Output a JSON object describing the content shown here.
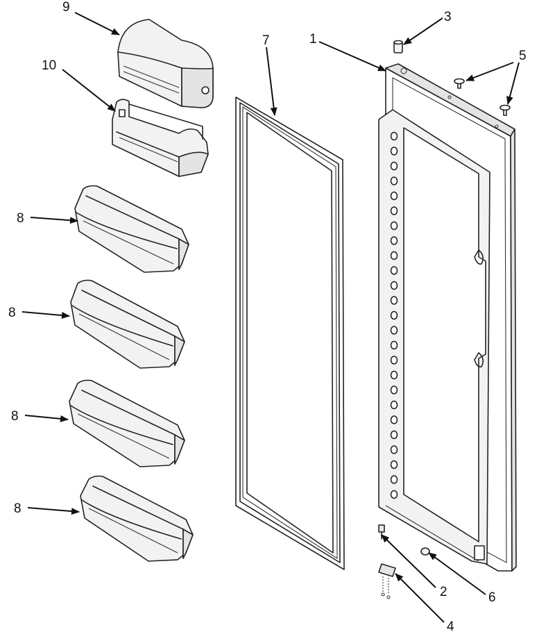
{
  "callouts": {
    "c1": "1",
    "c2": "2",
    "c3": "3",
    "c4": "4",
    "c5": "5",
    "c6": "6",
    "c7": "7",
    "c8a": "8",
    "c8b": "8",
    "c8c": "8",
    "c8d": "8",
    "c9": "9",
    "c10": "10"
  }
}
